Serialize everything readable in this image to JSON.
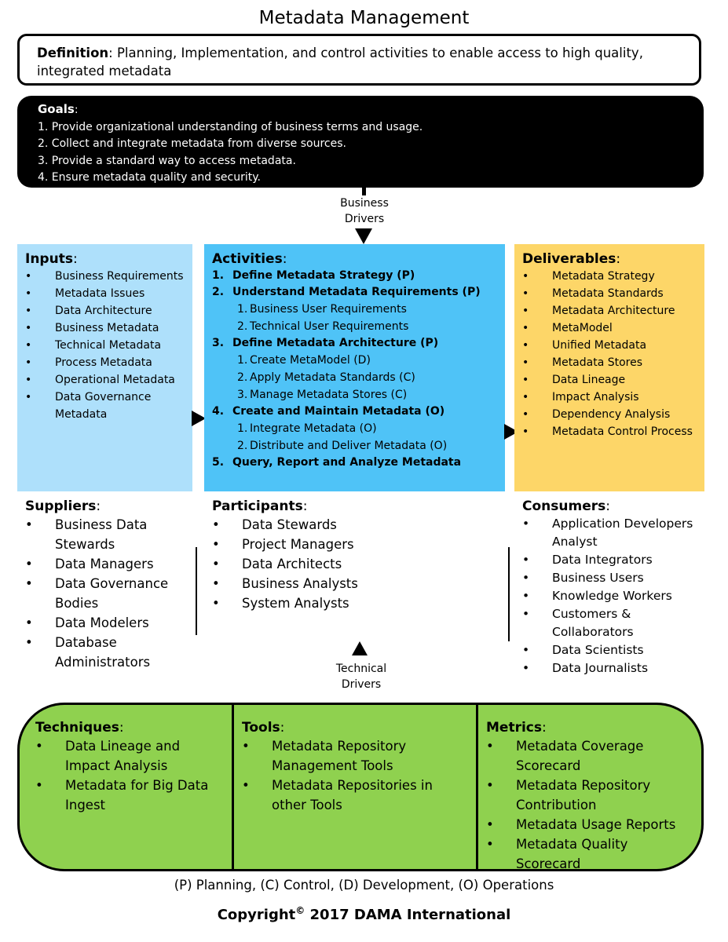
{
  "title": "Metadata Management",
  "definition": {
    "label": "Definition",
    "text": ": Planning, Implementation, and control activities to enable access to high quality, integrated metadata"
  },
  "goals": {
    "label": "Goals",
    "items": [
      "1. Provide organizational understanding of business terms and usage.",
      "2. Collect and integrate metadata from diverse sources.",
      "3. Provide a standard way to access metadata.",
      "4. Ensure metadata quality and security."
    ]
  },
  "business_drivers": {
    "line1": "Business",
    "line2": "Drivers"
  },
  "technical_drivers": {
    "line1": "Technical",
    "line2": "Drivers"
  },
  "inputs": {
    "label": "Inputs",
    "items": [
      "Business Requirements",
      "Metadata Issues",
      "Data Architecture",
      "Business Metadata",
      "Technical Metadata",
      "Process Metadata",
      "Operational Metadata",
      "Data Governance Metadata"
    ]
  },
  "activities": {
    "label": "Activities",
    "items": [
      {
        "num": "1.",
        "text": "Define Metadata Strategy (P)",
        "subs": []
      },
      {
        "num": "2.",
        "text": "Understand Metadata Requirements (P)",
        "subs": [
          {
            "n": "1.",
            "t": "Business User Requirements"
          },
          {
            "n": "2.",
            "t": "Technical User Requirements"
          }
        ]
      },
      {
        "num": "3.",
        "text": "Define Metadata Architecture (P)",
        "subs": [
          {
            "n": "1.",
            "t": "Create MetaModel (D)"
          },
          {
            "n": "2.",
            "t": "Apply Metadata Standards (C)"
          },
          {
            "n": "3.",
            "t": "Manage Metadata Stores (C)"
          }
        ]
      },
      {
        "num": "4.",
        "text": "Create and Maintain Metadata (O)",
        "subs": [
          {
            "n": "1.",
            "t": "Integrate Metadata (O)"
          },
          {
            "n": "2.",
            "t": "Distribute and Deliver Metadata (O)"
          }
        ]
      },
      {
        "num": "5.",
        "text": "Query, Report and Analyze Metadata",
        "subs": []
      }
    ]
  },
  "deliverables": {
    "label": "Deliverables",
    "items": [
      "Metadata Strategy",
      "Metadata Standards",
      "Metadata Architecture",
      "MetaModel",
      "Unified Metadata",
      "Metadata Stores",
      "Data Lineage",
      "Impact Analysis",
      "Dependency Analysis",
      "Metadata Control Process"
    ]
  },
  "suppliers": {
    "label": "Suppliers",
    "items": [
      "Business Data Stewards",
      "Data Managers",
      "Data Governance Bodies",
      "Data Modelers",
      "Database Administrators"
    ]
  },
  "participants": {
    "label": "Participants",
    "items": [
      "Data Stewards",
      "Project Managers",
      "Data Architects",
      "Business Analysts",
      "System Analysts"
    ]
  },
  "consumers": {
    "label": "Consumers",
    "items": [
      "Application Developers Analyst",
      "Data Integrators",
      "Business Users",
      "Knowledge Workers",
      "Customers & Collaborators",
      "Data Scientists",
      "Data Journalists"
    ]
  },
  "techniques": {
    "label": "Techniques",
    "items": [
      "Data Lineage and Impact Analysis",
      "Metadata for Big Data Ingest"
    ]
  },
  "tools": {
    "label": "Tools",
    "items": [
      "Metadata Repository Management Tools",
      "Metadata Repositories in other Tools"
    ]
  },
  "metrics": {
    "label": "Metrics",
    "items": [
      "Metadata Coverage Scorecard",
      "Metadata Repository Contribution",
      "Metadata Usage Reports",
      "Metadata Quality Scorecard"
    ]
  },
  "legend": "(P) Planning, (C) Control, (D) Development, (O) Operations",
  "copyright": {
    "pre": "Copyright",
    "sup": "©",
    "post": " 2017 DAMA International"
  },
  "colors": {
    "inputs": "#aee0fb",
    "activities": "#4fc3f7",
    "deliverables": "#fdd668",
    "green": "#8fd14f",
    "goals": "#000000"
  }
}
